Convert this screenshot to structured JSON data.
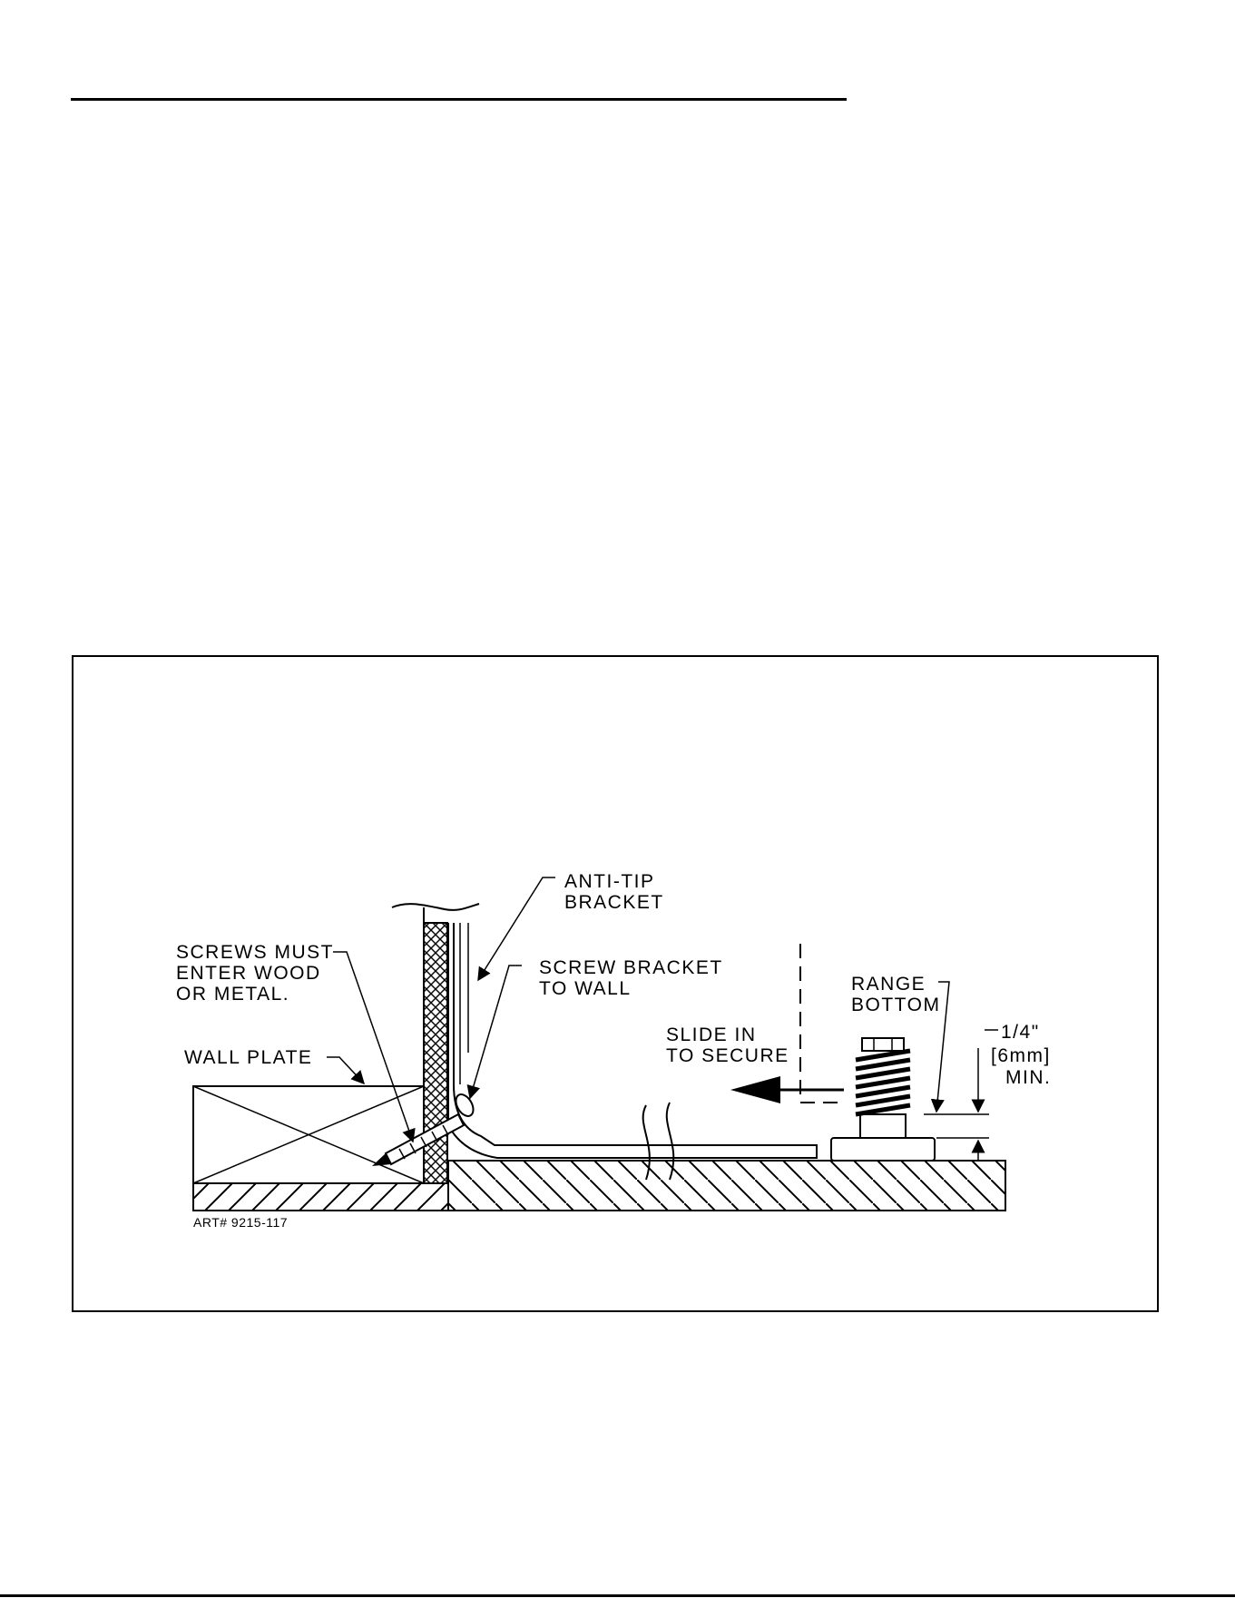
{
  "diagram": {
    "labels": {
      "anti_tip_1": "ANTI-TIP",
      "anti_tip_2": "BRACKET",
      "screws_1": "SCREWS MUST",
      "screws_2": "ENTER WOOD",
      "screws_3": "OR METAL.",
      "screw_bracket_1": "SCREW BRACKET",
      "screw_bracket_2": "TO WALL",
      "range_1": "RANGE",
      "range_2": "BOTTOM",
      "slide_1": "SLIDE IN",
      "slide_2": "TO SECURE",
      "wall_plate": "WALL PLATE",
      "dim_1": "1/4\"",
      "dim_2": "[6mm]",
      "dim_3": "MIN.",
      "art_number": "ART# 9215-117"
    },
    "line_color": "#000000",
    "background_color": "#ffffff"
  }
}
